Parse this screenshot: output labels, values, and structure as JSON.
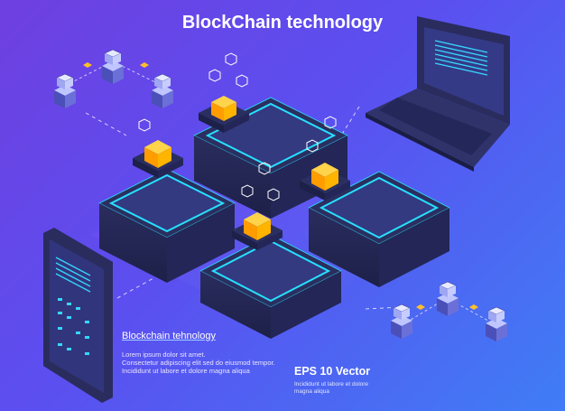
{
  "title": "BlockChain technology",
  "caption": {
    "heading": "Blockchain tehnology",
    "lines": [
      "Lorem ipsum dolor sit amet.",
      "Consectetur adipiscing elit sed do eiusmod tempor.",
      "Incididunt ut labore et dolore magna aliqua"
    ]
  },
  "eps": {
    "heading": "EPS 10 Vector",
    "lines": [
      "Incididunt ut labore et dolore",
      "magna aliqua"
    ]
  },
  "colors": {
    "background_start": "#6f3fe0",
    "background_end": "#3f7df5",
    "cube_orange": "#ffb400",
    "server_top": "#2b2f60",
    "server_glow": "#27e0ff",
    "laptop_body": "#2a2c5e"
  },
  "icons": [
    "blockchain-server-icon",
    "orange-block-cube-icon",
    "laptop-icon",
    "tablet-icon",
    "network-node-icon"
  ]
}
